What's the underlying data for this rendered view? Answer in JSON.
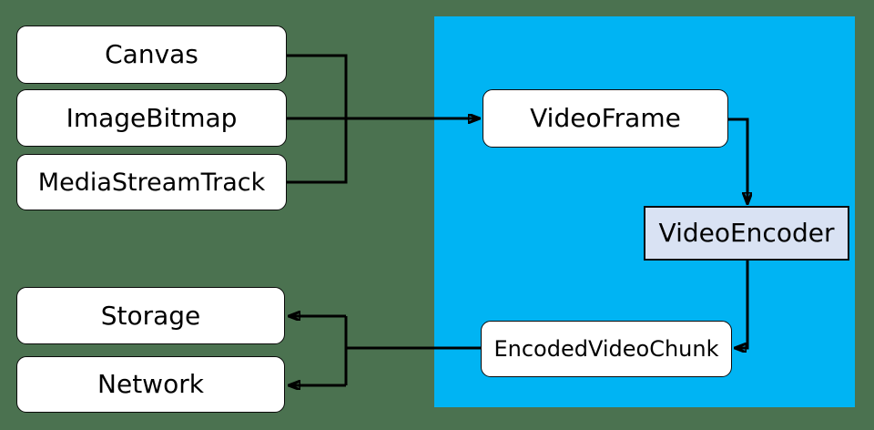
{
  "colors": {
    "background": "#4B7250",
    "webcodecs_region": "#00B4F3",
    "node_fill": "#FFFFFF",
    "encoder_fill": "#D9E2F3",
    "line": "#000000",
    "text": "#000000"
  },
  "diagram": {
    "sources": [
      {
        "label": "Canvas"
      },
      {
        "label": "ImageBitmap"
      },
      {
        "label": "MediaStreamTrack"
      }
    ],
    "processing": {
      "video_frame": {
        "label": "VideoFrame"
      },
      "video_encoder": {
        "label": "VideoEncoder"
      },
      "encoded_video_chunk": {
        "label": "EncodedVideoChunk"
      }
    },
    "sinks": [
      {
        "label": "Storage"
      },
      {
        "label": "Network"
      }
    ],
    "edges": [
      {
        "from": "Canvas",
        "to": "VideoFrame"
      },
      {
        "from": "ImageBitmap",
        "to": "VideoFrame"
      },
      {
        "from": "MediaStreamTrack",
        "to": "VideoFrame"
      },
      {
        "from": "VideoFrame",
        "to": "VideoEncoder"
      },
      {
        "from": "VideoEncoder",
        "to": "EncodedVideoChunk"
      },
      {
        "from": "EncodedVideoChunk",
        "to": "Storage"
      },
      {
        "from": "EncodedVideoChunk",
        "to": "Network"
      }
    ]
  }
}
